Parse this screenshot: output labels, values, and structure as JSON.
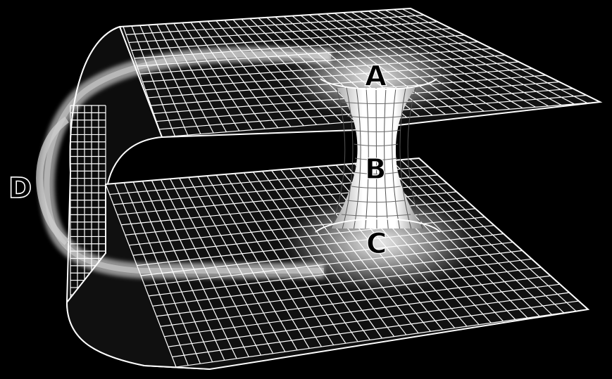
{
  "diagram": {
    "labels": {
      "a": "A",
      "b": "B",
      "c": "C",
      "d": "D"
    },
    "colors": {
      "background": "#000000",
      "grid": "#ffffff",
      "glow": "#ffffff",
      "label_fill": "#000000"
    }
  }
}
